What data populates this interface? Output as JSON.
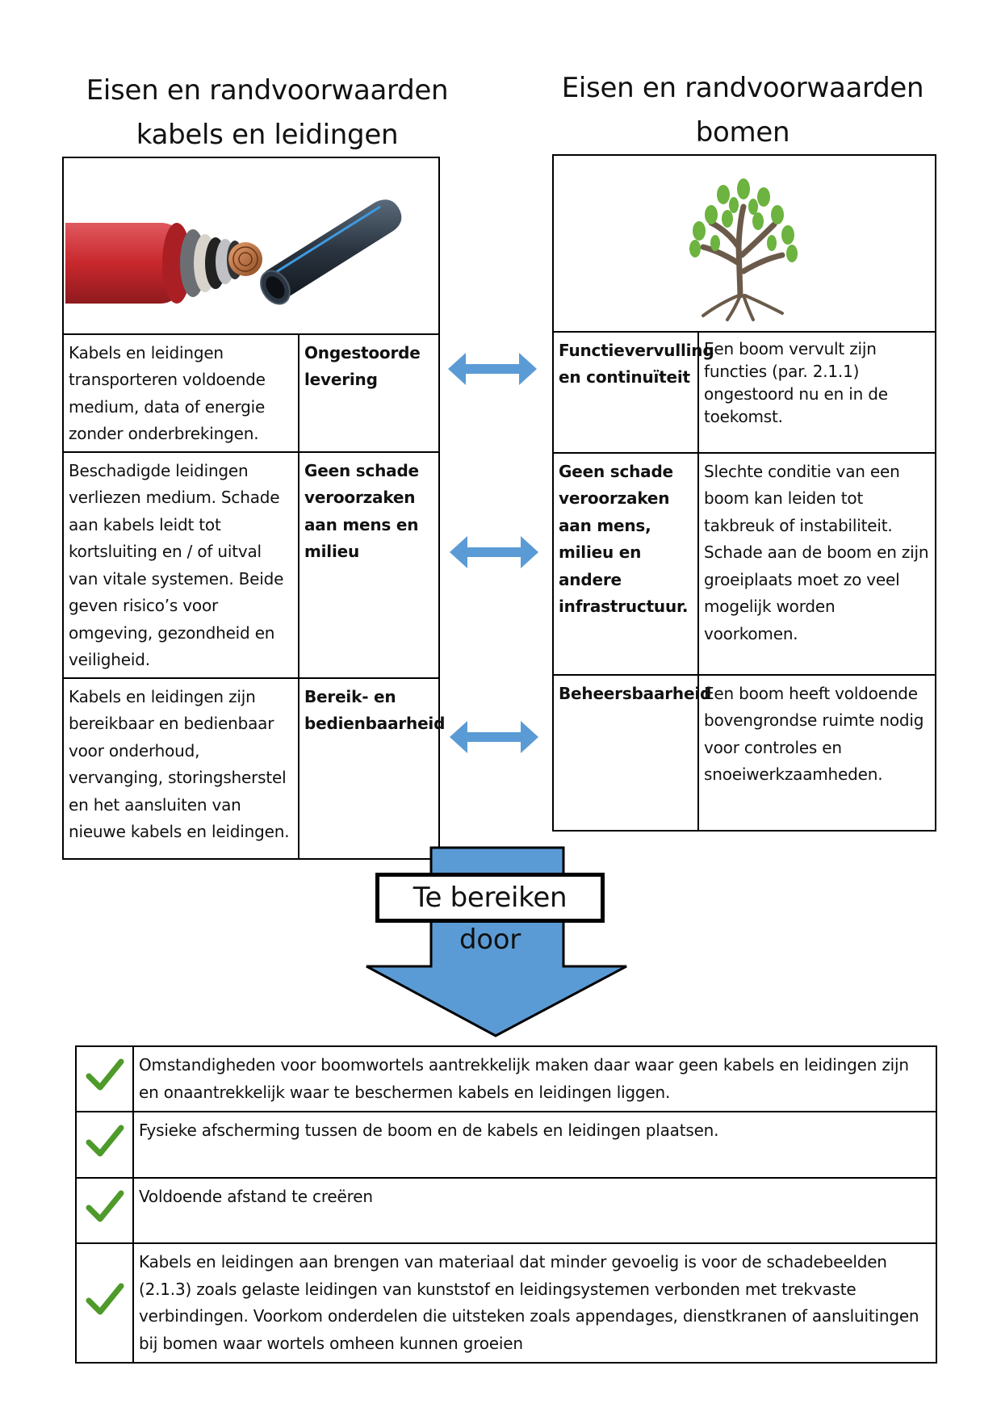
{
  "left": {
    "heading_line1": "Eisen en randvoorwaarden",
    "heading_line2": "kabels en leidingen",
    "rows": [
      {
        "text": "Kabels en leidingen transporteren voldoende medium, data of energie zonder onderbrekingen.",
        "term": "Ongestoorde levering"
      },
      {
        "text": "Beschadigde leidingen verliezen medium. Schade aan kabels leidt tot kortsluiting en / of uitval van vitale systemen. Beide geven risico’s voor omgeving, gezondheid en veiligheid.",
        "term": "Geen schade veroorzaken aan mens en milieu"
      },
      {
        "text": "Kabels en leidingen zijn bereikbaar en bedienbaar voor onderhoud, vervanging, storingsherstel en het aansluiten van nieuwe kabels en leidingen.",
        "term": "Bereik- en bedienbaarheid"
      }
    ]
  },
  "right": {
    "heading_line1": "Eisen en randvoorwaarden",
    "heading_line2": "bomen",
    "rows": [
      {
        "term": "Functievervulling en continuïteit",
        "text": "Een boom vervult zijn functies (par. 2.1.1) ongestoord nu en in de toekomst."
      },
      {
        "term": "Geen schade veroorzaken aan mens, milieu en andere infrastructuur.",
        "text": "Slechte conditie van een boom kan leiden tot takbreuk of instabiliteit. Schade aan de boom en zijn groeiplaats moet zo veel mogelijk worden voorkomen."
      },
      {
        "term": "Beheersbaarheid",
        "text": "Een boom heeft voldoende bovengrondse ruimte nodig voor controles en snoeiwerkzaamheden."
      }
    ]
  },
  "banner": "Te bereiken door",
  "measures": [
    "Omstandigheden voor boomwortels aantrekkelijk maken daar waar geen kabels en leidingen zijn en onaantrekkelijk waar te beschermen kabels en leidingen liggen.",
    "Fysieke afscherming tussen de boom en de kabels en leidingen plaatsen.",
    "Voldoende afstand te creëren",
    "Kabels en leidingen aan brengen van materiaal dat minder gevoelig is voor de schadebeelden (2.1.3) zoals gelaste leidingen van kunststof en leidingsystemen verbonden met trekvaste verbindingen. Voorkom onderdelen die uitsteken zoals appendages, dienstkranen of aansluitingen bij bomen waar wortels omheen kunnen groeien"
  ],
  "icons": {
    "cable": "cable-cross-section-icon",
    "pipe": "pipe-icon",
    "tree": "tree-icon",
    "arrow": "double-arrow-icon",
    "check": "checkmark-icon"
  },
  "colors": {
    "arrow_blue": "#5b9bd5",
    "check_green": "#4e9a2a",
    "cable_red": "#c8282d"
  }
}
